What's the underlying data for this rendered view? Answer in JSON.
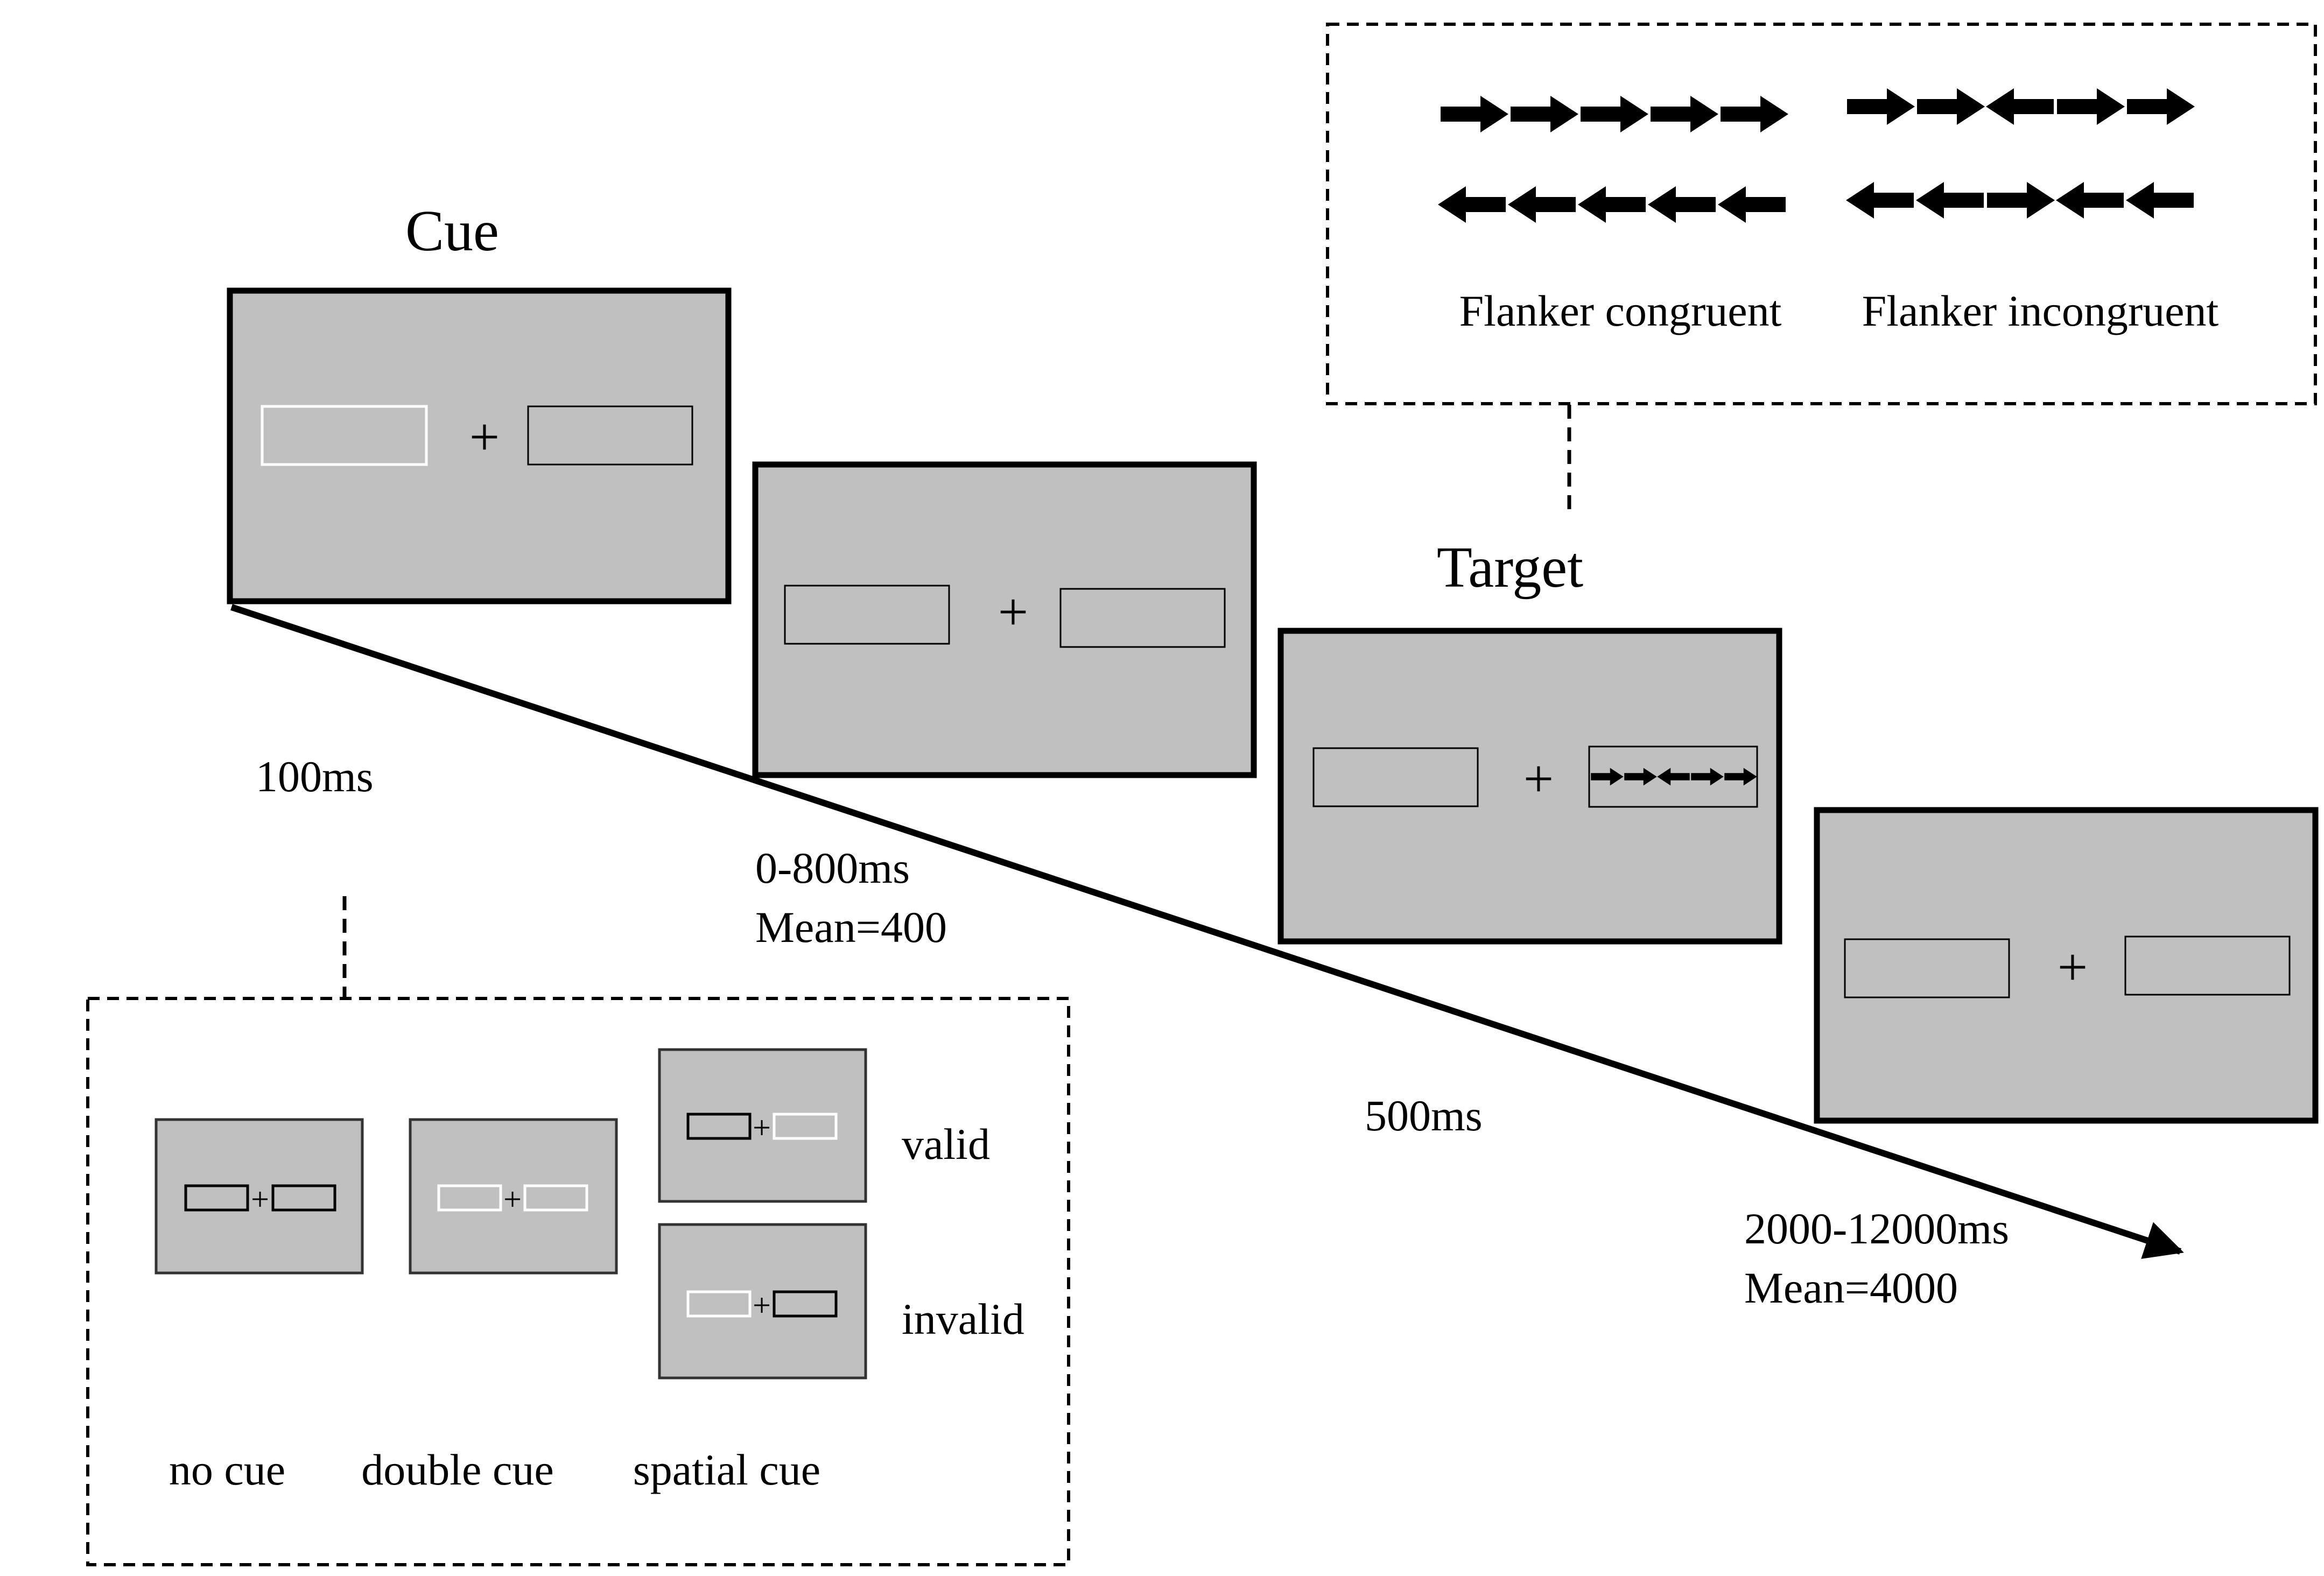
{
  "colors": {
    "screen_fill": "#c0c0c0",
    "frame_stroke": "#000000",
    "cue_box_highlight": "#ffffff",
    "background": "#ffffff"
  },
  "fixation_symbol": "+",
  "labels": {
    "cue": "Cue",
    "target": "Target"
  },
  "timings": {
    "cue": "100ms",
    "interval_range": "0-800ms",
    "interval_mean": "Mean=400",
    "target": "500ms",
    "iti_range": "2000-12000ms",
    "iti_mean": "Mean=4000"
  },
  "flanker_panel": {
    "congruent_label": "Flanker congruent",
    "incongruent_label": "Flanker incongruent",
    "congruent_rows": [
      [
        "right",
        "right",
        "right",
        "right",
        "right"
      ],
      [
        "left",
        "left",
        "left",
        "left",
        "left"
      ]
    ],
    "incongruent_rows": [
      [
        "right",
        "right",
        "left",
        "right",
        "right"
      ],
      [
        "left",
        "left",
        "right",
        "left",
        "left"
      ]
    ]
  },
  "target_stimulus": [
    "right",
    "right",
    "left",
    "right",
    "right"
  ],
  "cue_panel": {
    "no_cue": "no cue",
    "double_cue": "double cue",
    "spatial_cue": "spatial cue",
    "valid": "valid",
    "invalid": "invalid"
  },
  "icons": [
    "arrow-right-icon",
    "arrow-left-icon",
    "fixation-cross-icon",
    "timeline-arrow-icon"
  ]
}
